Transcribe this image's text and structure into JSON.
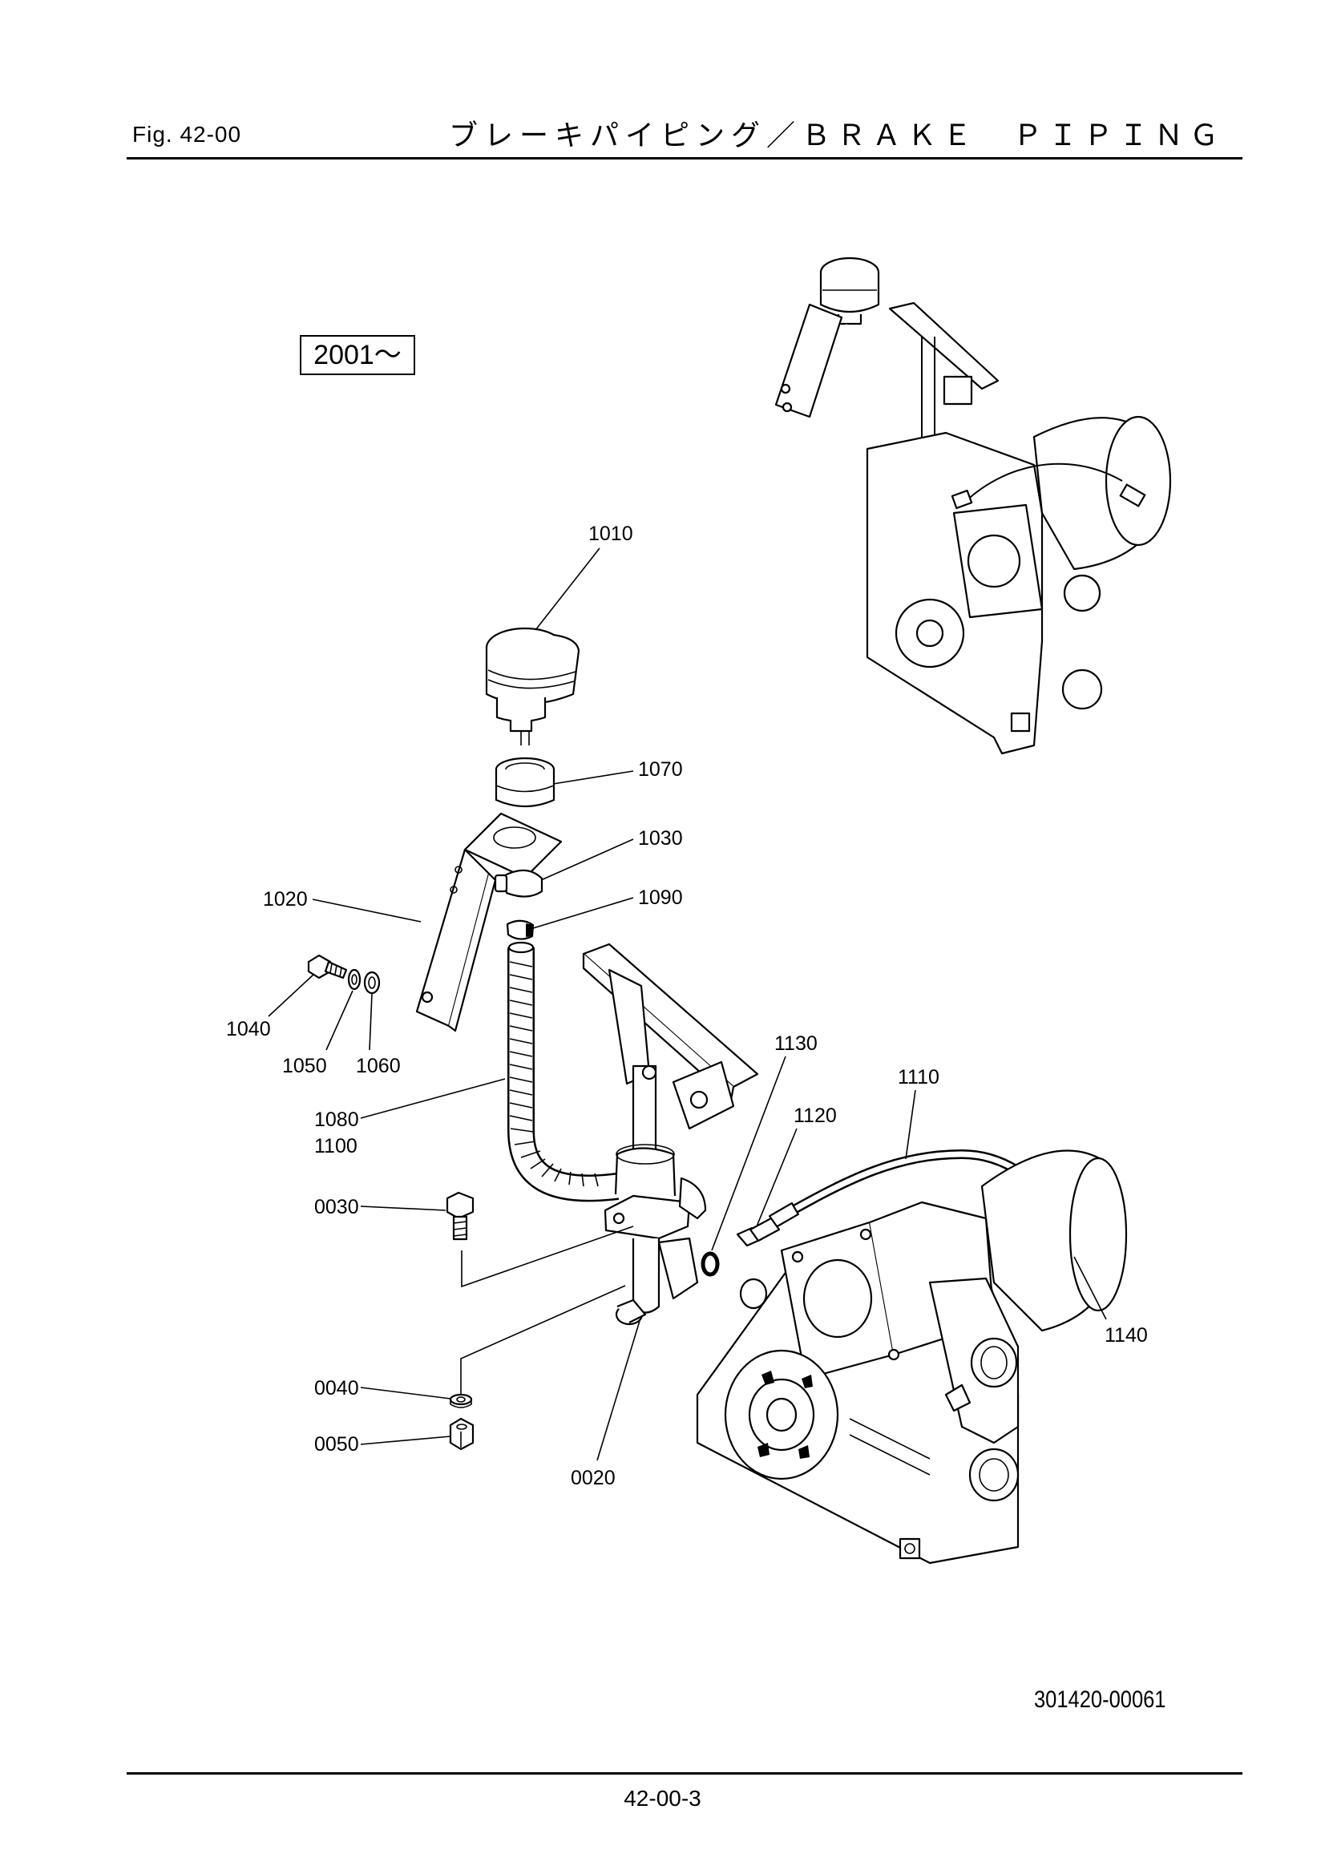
{
  "header": {
    "fig_label": "Fig.  42-00",
    "title": "ブレーキパイピング／ＢＲＡＫＥ　ＰＩＰＩＮＧ"
  },
  "serial_box": "2001～",
  "drawing_number": "301420-00061",
  "page_number": "42-00-3",
  "callouts": {
    "c1010": "1010",
    "c1070": "1070",
    "c1030": "1030",
    "c1020": "1020",
    "c1090": "1090",
    "c1040": "1040",
    "c1050": "1050",
    "c1060": "1060",
    "c1080": "1080",
    "c1100": "1100",
    "c0030": "0030",
    "c0040": "0040",
    "c0050": "0050",
    "c0020": "0020",
    "c1130": "1130",
    "c1120": "1120",
    "c1110": "1110",
    "c1140": "1140"
  }
}
